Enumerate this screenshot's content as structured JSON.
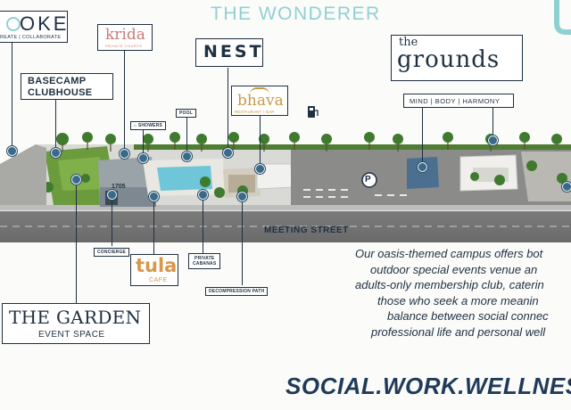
{
  "header": {
    "title": "THE WONDERER"
  },
  "logos": {
    "oke": {
      "mark": "OKE",
      "sub": "REATE | COLLABORATE"
    },
    "krida": {
      "mark": "krida",
      "sub": "PRIVATE COURTS"
    },
    "nest": {
      "mark": "NEST"
    },
    "grounds": {
      "the": "the",
      "mark": "grounds",
      "sub": "MIND | BODY | HARMONY"
    },
    "bhava": {
      "mark": "bhava",
      "sub": "RESTAURANT + BAR"
    },
    "tula": {
      "mark": "tula",
      "sub": "CAFE"
    },
    "garden": {
      "mark": "THE GARDEN",
      "sub": "EVENT SPACE"
    },
    "basecamp": {
      "line1": "BASECAMP",
      "line2": "CLUBHOUSE"
    }
  },
  "map_labels": {
    "showers": "SHOWERS",
    "pool": "POOL",
    "number": "1705",
    "concierge": "CONCIERGE",
    "private_cabanas_1": "PRIVATE",
    "private_cabanas_2": "CABANAS",
    "decompression_path": "DECOMPRESSION PATH",
    "street": "MEETING STREET",
    "parking": "P"
  },
  "description": {
    "line1": "Our oasis-themed campus offers bot",
    "line2": "outdoor special events venue an",
    "line3": "adults-only membership club, caterin",
    "line4": "those who seek a more meanin",
    "line5": "balance between social connec",
    "line6": "professional life and personal well"
  },
  "tagline": "SOCIAL.WORK.WELLNES",
  "colors": {
    "navy": "#1f3040",
    "teal": "#8fd0d3",
    "bhava_gold": "#c99a45",
    "tula_orange": "#d9974a",
    "krida_pink": "#cc7a7a"
  }
}
